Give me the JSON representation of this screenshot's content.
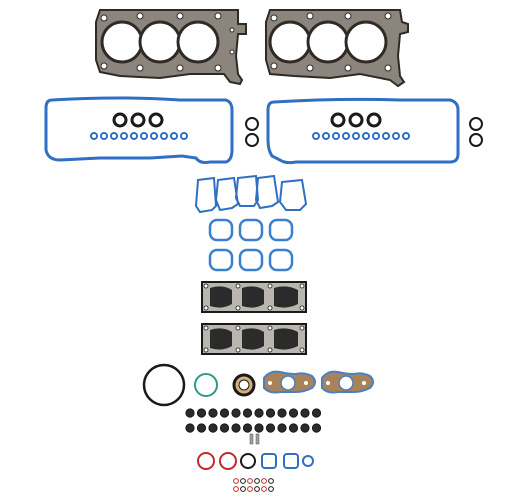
{
  "colors": {
    "background": "#ffffff",
    "head_gasket_metal": "#7d7670",
    "head_gasket_dark": "#3a3430",
    "valve_cover_blue": "#2f6fc4",
    "oring_black": "#1a1a1a",
    "intake_blue": "#3b7fd0",
    "exhaust_dark": "#2b2b2b",
    "exhaust_silver": "#b9b6b0",
    "oring_red": "#c62828",
    "oring_green": "#2e9a83",
    "oring_blue": "#2f6fc4",
    "flange_bronze": "#a8835a",
    "flange_blue": "#4d7fbf"
  },
  "components": [
    {
      "name": "cylinder-head-gasket",
      "count": 2
    },
    {
      "name": "valve-cover-gasket",
      "count": 2
    },
    {
      "name": "spark-plug-tube-seal",
      "count": 6
    },
    {
      "name": "valve-stem-seal",
      "count": 24
    },
    {
      "name": "throttle-body-gasket",
      "count": 5
    },
    {
      "name": "intake-manifold-gasket",
      "count": 6
    },
    {
      "name": "exhaust-manifold-gasket",
      "count": 2
    },
    {
      "name": "front-crank-seal",
      "count": 1
    },
    {
      "name": "exhaust-flange-gasket",
      "count": 2
    }
  ]
}
